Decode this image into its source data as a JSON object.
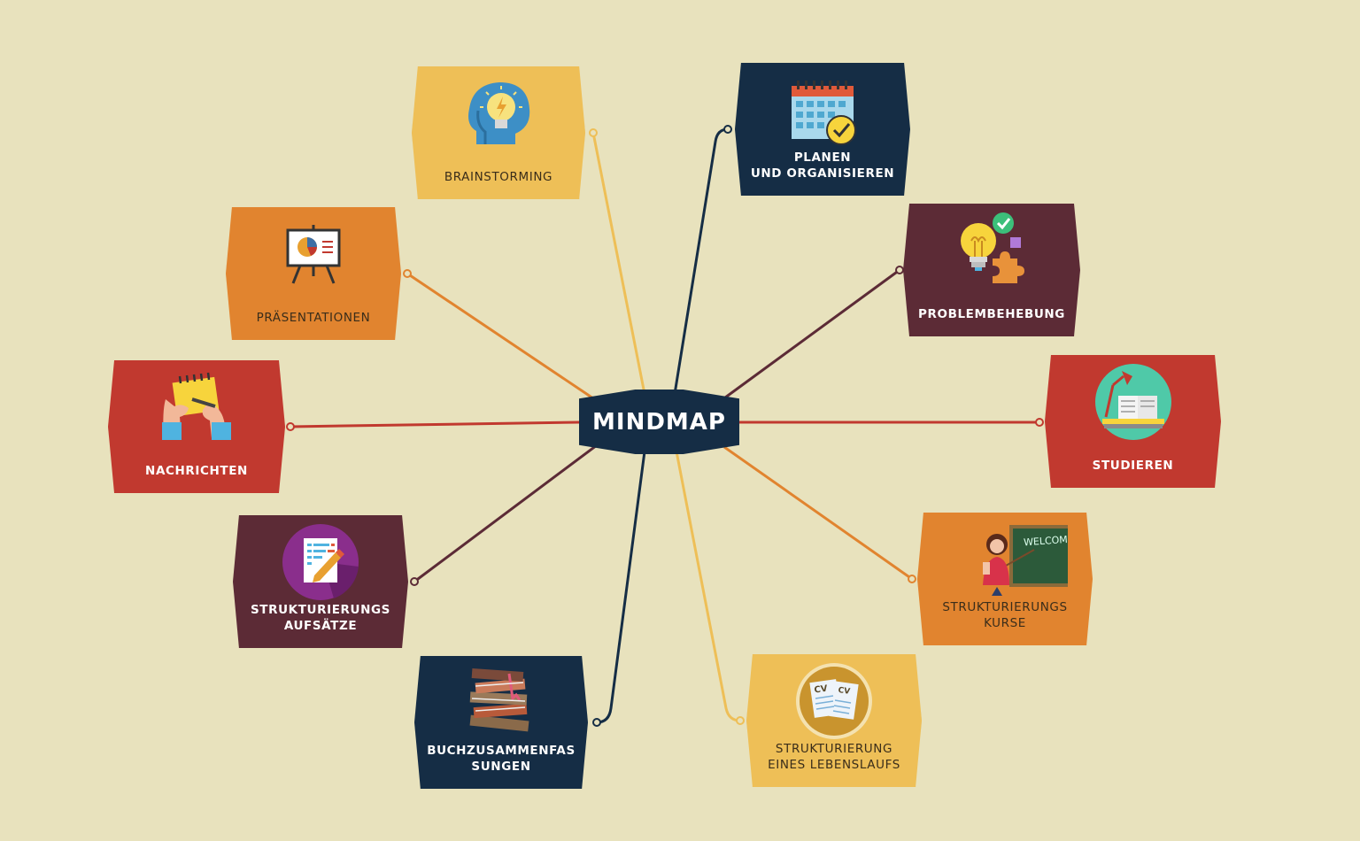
{
  "center": {
    "title": "MINDMAP"
  },
  "nodes": [
    {
      "id": "brainstorming",
      "label": "BRAINSTORMING",
      "icon": "head-lightbulb-icon",
      "color": "#eebf57"
    },
    {
      "id": "praesentationen",
      "label": "PRÄSENTATIONEN",
      "icon": "presentation-board-icon",
      "color": "#e1842f"
    },
    {
      "id": "nachrichten",
      "label": "NACHRICHTEN",
      "icon": "writing-notepad-icon",
      "color": "#c1392f"
    },
    {
      "id": "aufsaetze",
      "label": "STRUKTURIERUNGS AUFSÄTZE",
      "icon": "document-pencil-icon",
      "color": "#5c2b36"
    },
    {
      "id": "buchzusammenfassungen",
      "label": "BUCHZUSAMMENFAS SUNGEN",
      "icon": "book-stack-icon",
      "color": "#152d45"
    },
    {
      "id": "planen",
      "label": "PLANEN UND ORGANISIEREN",
      "icon": "calendar-check-icon",
      "color": "#152d45"
    },
    {
      "id": "problembehebung",
      "label": "PROBLEMBEHEBUNG",
      "icon": "lightbulb-puzzle-icon",
      "color": "#5c2b36"
    },
    {
      "id": "studieren",
      "label": "STUDIEREN",
      "icon": "desk-lamp-books-icon",
      "color": "#c1392f"
    },
    {
      "id": "kurse",
      "label": "STRUKTURIERUNGS KURSE",
      "icon": "teacher-chalkboard-icon",
      "color": "#e1842f",
      "board_text": "WELCOME"
    },
    {
      "id": "lebenslauf",
      "label": "STRUKTURIERUNG EINES LEBENSLAUFS",
      "icon": "cv-documents-icon",
      "color": "#eebf57",
      "cv_text": "CV"
    }
  ]
}
